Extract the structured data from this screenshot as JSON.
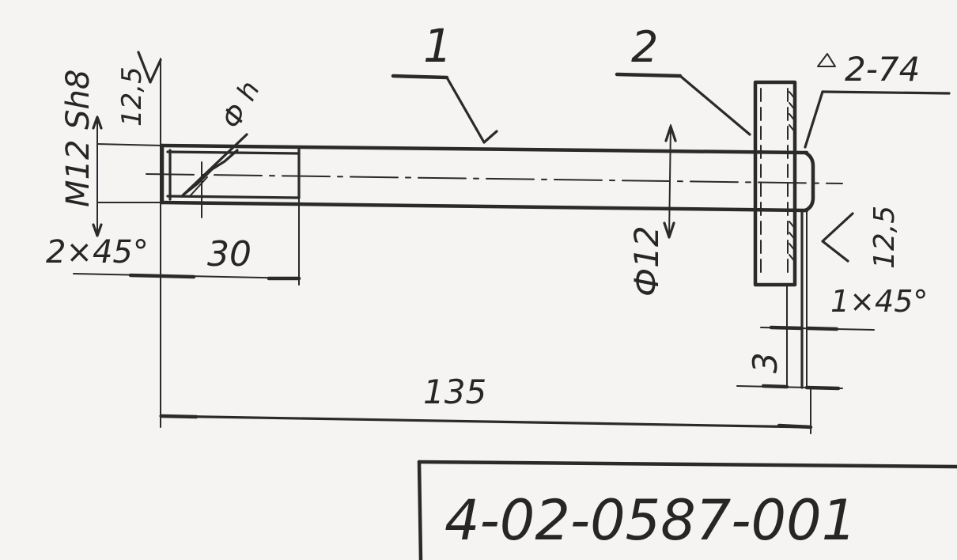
{
  "drawing": {
    "part_1_label": "1",
    "part_2_label": "2",
    "thread_spec": "M12 Sh8",
    "roughness_left": "12,5",
    "diameter_h": "Ф h",
    "chamfer_left": "2×45°",
    "thread_length": "30",
    "shaft_diameter": "Ф12",
    "weld_spec": "2-74",
    "roughness_right": "12,5",
    "chamfer_right": "1×45°",
    "washer_thickness": "3",
    "overall_length": "135"
  },
  "title_block": {
    "drawing_number": "4-02-0587-001"
  }
}
